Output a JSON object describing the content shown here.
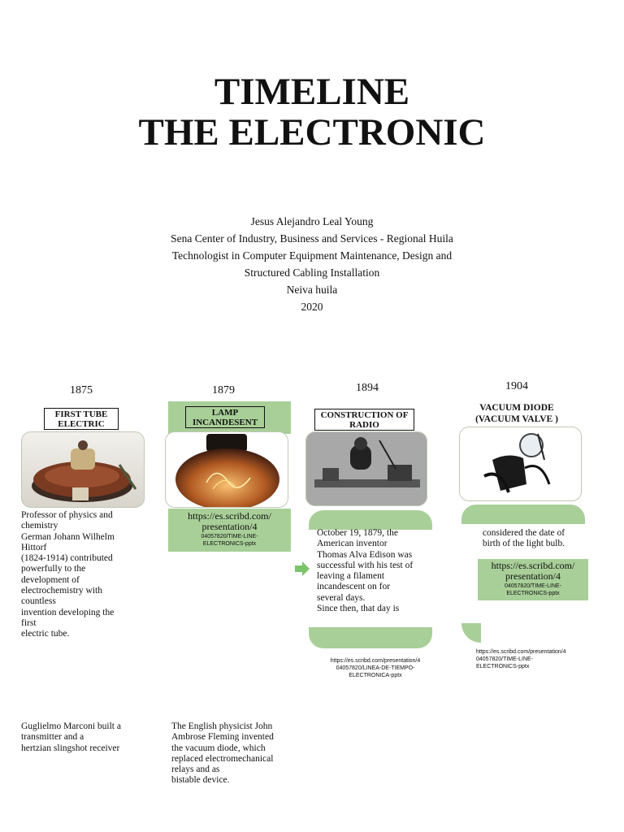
{
  "title": {
    "line1": "TIMELINE",
    "line2": "THE ELECTRONIC"
  },
  "author": {
    "name": "Jesus Alejandro Leal Young",
    "center": "Sena Center of Industry, Business and Services - Regional Huila",
    "program_line1": "Technologist in Computer Equipment Maintenance, Design and",
    "program_line2": "Structured Cabling Installation",
    "city": "Neiva huila",
    "year": "2020"
  },
  "events": [
    {
      "year": "1875",
      "label_line1": "FIRST TUBE",
      "label_line2": "ELECTRIC",
      "text": [
        "Professor of physics and",
        "chemistry",
        "German Johann Wilhelm",
        "Hittorf",
        "(1824-1914) contributed",
        "powerfully to the",
        "development of",
        "electrochemistry with",
        "countless",
        "invention developing the",
        "first",
        "electric tube."
      ]
    },
    {
      "year": "1879",
      "label_line1": "LAMP",
      "label_line2": "INCANDESENT",
      "link_line1": "https://es.scribd.com/",
      "link_line2": "presentation/4",
      "link_small": "04057820/TIME-LINE-ELECTRONICS-pptx"
    },
    {
      "year": "1894",
      "label_line1": "CONSTRUCTION OF",
      "label_line2": "RADIO",
      "text": [
        "October 19, 1879, the",
        "American inventor",
        "Thomas Alva Edison was",
        "successful with his test of",
        "leaving a filament",
        "incandescent on for",
        "several days.",
        "Since then, that day is"
      ],
      "small_source_line1": "https://es.scribd.com/presentation/4",
      "small_source_line2": "04057820/LINEA-DE-TIEMPO-",
      "small_source_line3": "ELECTRONICA-pptx"
    },
    {
      "year": "1904",
      "label_line1": "VACUUM DIODE",
      "label_line2": "(VACUUM VALVE )",
      "text": [
        "considered the date of",
        "birth of the light bulb."
      ],
      "link_line1": "https://es.scribd.com/",
      "link_line2": "presentation/4",
      "link_small": "04057820/TIME-LINE-ELECTRONICS-pptx",
      "small_source_line1": "https://es.scribd.com/presentation/4",
      "small_source_line2": "04057820/TIME-LINE-",
      "small_source_line3": "ELECTRONICS-pptx"
    }
  ],
  "bottom": {
    "marconi": [
      "Guglielmo Marconi built a",
      "transmitter and a",
      "hertzian slingshot receiver"
    ],
    "fleming": [
      "The English physicist John",
      "Ambrose Fleming invented",
      "the vacuum diode, which",
      "replaced electromechanical",
      "relays and as",
      "bistable device."
    ]
  },
  "colors": {
    "green": "#a8cf98",
    "arrow": "#7cc36a",
    "border": "#111111"
  },
  "icons": [
    "tube-photo",
    "lamp-photo",
    "radio-photo",
    "diode-photo",
    "arrow-right-icon"
  ]
}
